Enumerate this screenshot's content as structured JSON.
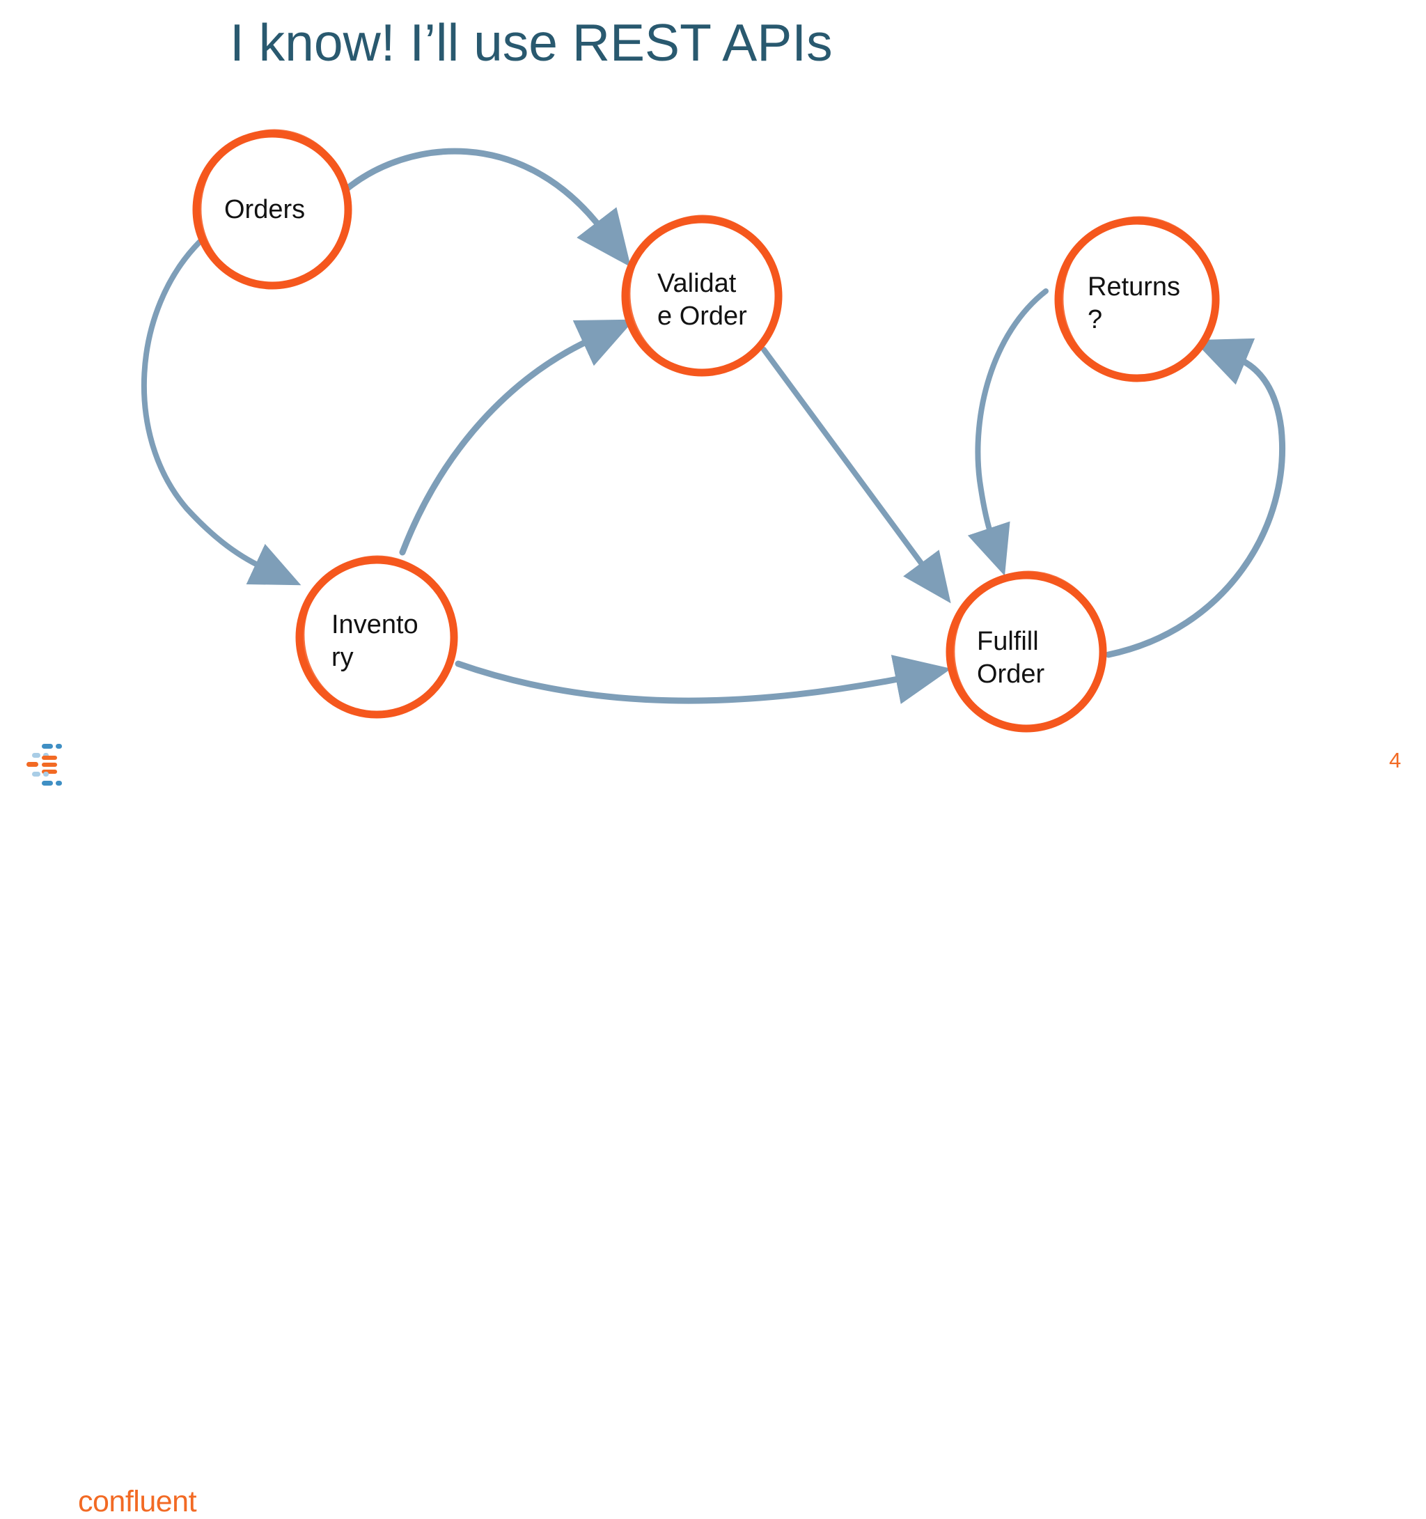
{
  "slide": {
    "title": "I know! I’ll use REST APIs",
    "page_number": "4"
  },
  "logo": {
    "text": "confluent"
  },
  "colors": {
    "title": "#29596f",
    "node_circle": "#f5571d",
    "arrow": "#7e9eb8",
    "node_label": "#121212",
    "logo_orange": "#f26a24",
    "logo_blue": "#3f8fc4",
    "logo_light_blue": "#a9cde6",
    "page_number": "#f26a24",
    "background": "#ffffff"
  },
  "diagram": {
    "style": "hand-drawn",
    "nodes": [
      {
        "id": "orders",
        "label": "Orders",
        "lines": [
          "Orders"
        ]
      },
      {
        "id": "validate-order",
        "label": "Validate Order",
        "lines": [
          "Validat",
          "e Order"
        ]
      },
      {
        "id": "returns",
        "label": "Returns?",
        "lines": [
          "Returns",
          "?"
        ]
      },
      {
        "id": "inventory",
        "label": "Inventory",
        "lines": [
          "Invento",
          "ry"
        ]
      },
      {
        "id": "fulfill-order",
        "label": "Fulfill Order",
        "lines": [
          "Fulfill",
          "Order"
        ]
      }
    ],
    "edges": [
      {
        "from": "Orders",
        "to": "Validate Order"
      },
      {
        "from": "Orders",
        "to": "Inventory"
      },
      {
        "from": "Inventory",
        "to": "Validate Order"
      },
      {
        "from": "Validate Order",
        "to": "Fulfill Order"
      },
      {
        "from": "Inventory",
        "to": "Fulfill Order"
      },
      {
        "from": "Returns?",
        "to": "Fulfill Order"
      },
      {
        "from": "Fulfill Order",
        "to": "Returns?"
      }
    ]
  }
}
